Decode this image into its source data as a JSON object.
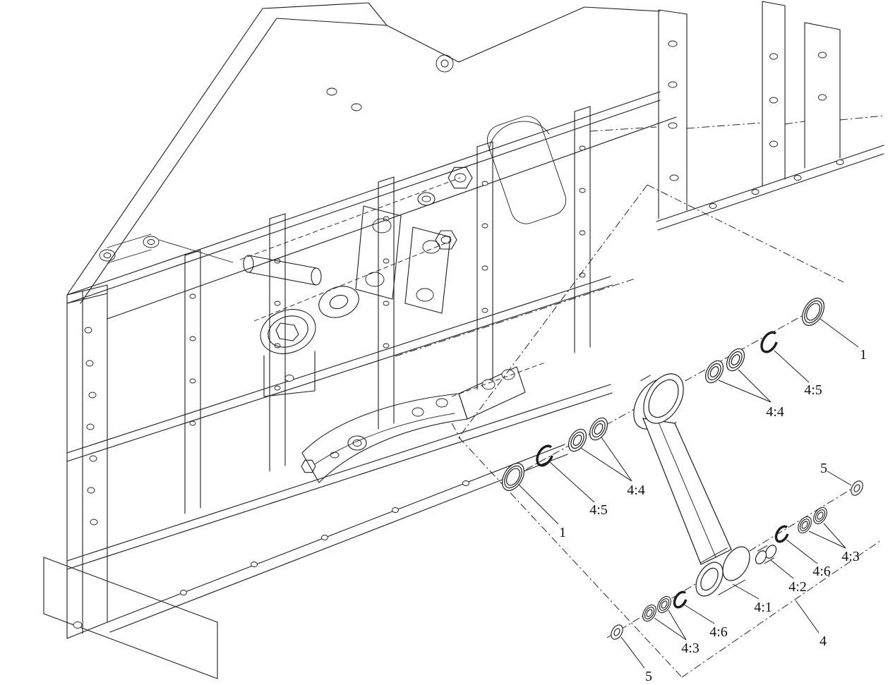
{
  "colors": {
    "background": "#ffffff",
    "line": "#1c1c1c",
    "label": "#111111"
  },
  "callouts": [
    {
      "id": "washer-upper-right",
      "label": "1"
    },
    {
      "id": "retaining-ring-upper-right",
      "label": "4:5"
    },
    {
      "id": "bearings-upper-right",
      "label": "4:4"
    },
    {
      "id": "bearings-upper-left",
      "label": "4:4"
    },
    {
      "id": "retaining-ring-upper-left",
      "label": "4:5"
    },
    {
      "id": "washer-upper-left",
      "label": "1"
    },
    {
      "id": "small-washer-right",
      "label": "5"
    },
    {
      "id": "bearings-lower-right",
      "label": "4:3"
    },
    {
      "id": "retaining-ring-lower-right",
      "label": "4:6"
    },
    {
      "id": "spacer",
      "label": "4:2"
    },
    {
      "id": "link-arm",
      "label": "4:1"
    },
    {
      "id": "link-assembly",
      "label": "4"
    },
    {
      "id": "retaining-ring-lower-left",
      "label": "4:6"
    },
    {
      "id": "bearings-lower-left",
      "label": "4:3"
    },
    {
      "id": "small-washer-left",
      "label": "5"
    }
  ]
}
